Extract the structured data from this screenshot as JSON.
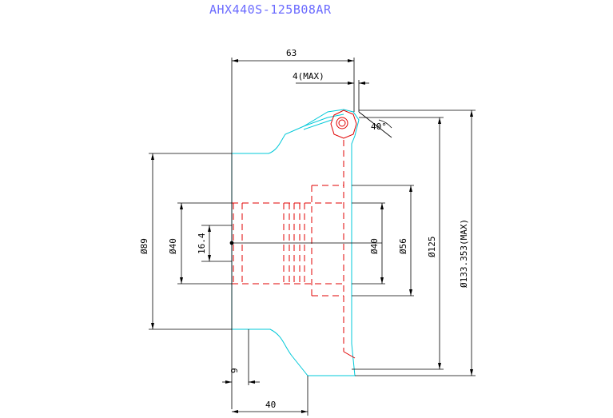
{
  "title": "AHX440S-125B08AR",
  "colors": {
    "background": "#ffffff",
    "title": "#6b6bff",
    "cyan": "#00c8d8",
    "red": "#e00000",
    "dimension": "#000000"
  },
  "dimensions": {
    "width_63": "63",
    "max_4": "4(MAX)",
    "angle_40": "40°",
    "dia_89": "Ø89",
    "dia_40_left": "Ø40",
    "length_16_4": "16.4",
    "dia_40_right": "Ø40",
    "dia_56": "Ø56",
    "dia_125": "Ø125",
    "dia_133_max": "Ø133.353(MAX)",
    "width_9": "9",
    "width_40": "40"
  }
}
